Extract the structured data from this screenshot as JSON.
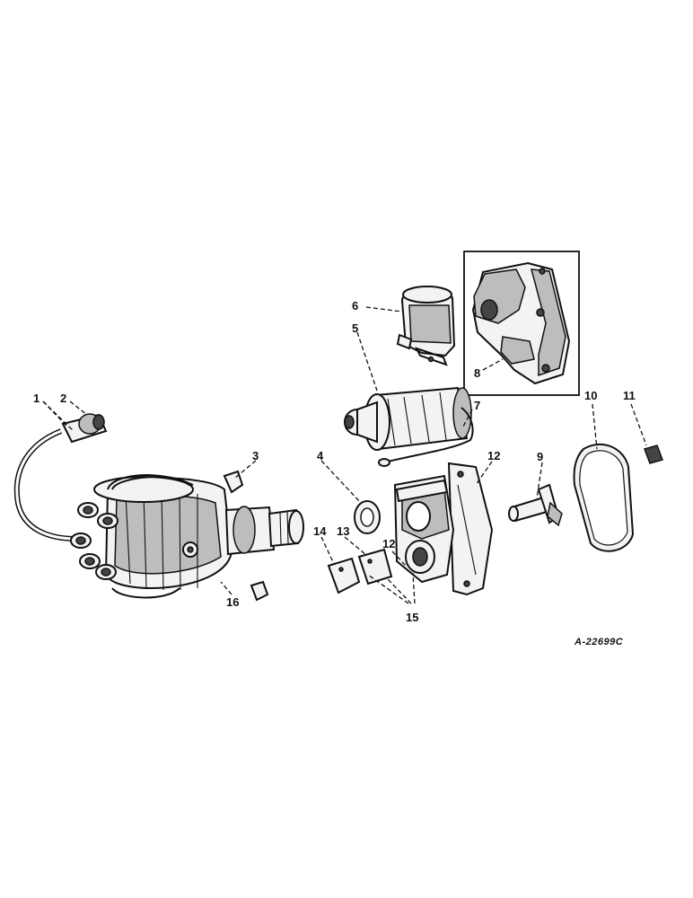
{
  "callouts": [
    {
      "id": "1",
      "label": "1"
    },
    {
      "id": "2",
      "label": "2"
    },
    {
      "id": "3",
      "label": "3"
    },
    {
      "id": "4",
      "label": "4"
    },
    {
      "id": "5",
      "label": "5"
    },
    {
      "id": "6",
      "label": "6"
    },
    {
      "id": "7",
      "label": "7"
    },
    {
      "id": "8",
      "label": "8"
    },
    {
      "id": "9",
      "label": "9"
    },
    {
      "id": "10",
      "label": "10"
    },
    {
      "id": "11",
      "label": "11"
    },
    {
      "id": "12a",
      "label": "12"
    },
    {
      "id": "12b",
      "label": "12"
    },
    {
      "id": "13",
      "label": "13"
    },
    {
      "id": "14",
      "label": "14"
    },
    {
      "id": "15",
      "label": "15"
    },
    {
      "id": "16",
      "label": "16"
    }
  ],
  "reference_number": "A-22699C"
}
